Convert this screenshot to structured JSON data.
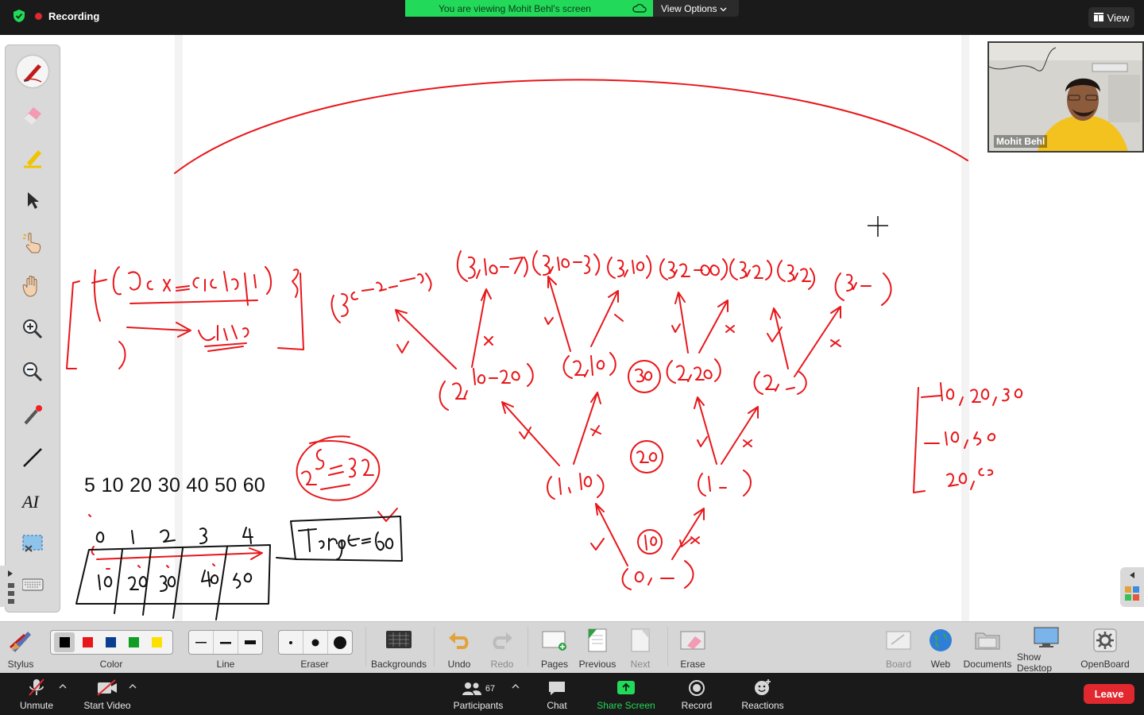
{
  "topbar": {
    "recording_label": "Recording",
    "banner_text": "You are viewing Mohit Behl's screen",
    "view_options_label": "View Options",
    "view_label": "View"
  },
  "webcam": {
    "name": "Mohit Behl"
  },
  "whiteboard": {
    "typed_text": "5 10 20 30 40 50 60"
  },
  "openboard_toolbar": {
    "stylus": "Stylus",
    "color": "Color",
    "line": "Line",
    "eraser": "Eraser",
    "backgrounds": "Backgrounds",
    "undo": "Undo",
    "redo": "Redo",
    "pages": "Pages",
    "previous": "Previous",
    "next": "Next",
    "erase": "Erase",
    "board": "Board",
    "web": "Web",
    "documents": "Documents",
    "show_desktop": "Show Desktop",
    "openboard": "OpenBoard",
    "colors": [
      "#000000",
      "#e8171b",
      "#0b3d91",
      "#0f9d24",
      "#fde000"
    ]
  },
  "meeting_controls": {
    "unmute": "Unmute",
    "start_video": "Start Video",
    "participants": "Participants",
    "participant_count": "67",
    "chat": "Chat",
    "share_screen": "Share Screen",
    "record": "Record",
    "reactions": "Reactions",
    "leave": "Leave"
  },
  "colors": {
    "accent_green": "#23d959",
    "leave_red": "#e0282e",
    "ink_red": "#e8171b"
  }
}
